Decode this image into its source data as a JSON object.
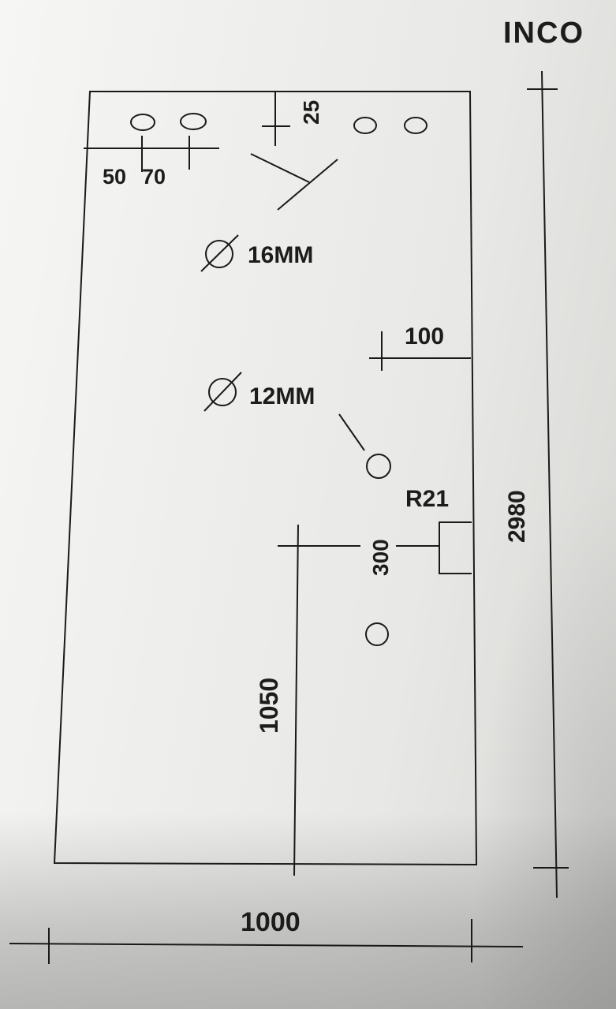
{
  "header": {
    "title": "INCO"
  },
  "dimensions": {
    "total_width": "1000",
    "total_height": "2980",
    "offset_left_50": "50",
    "offset_left_70": "70",
    "offset_top_25": "25",
    "offset_right_100": "100",
    "offset_300": "300",
    "offset_bottom_1050": "1050"
  },
  "annotations": {
    "hole_large": "16MM",
    "hole_small": "12MM",
    "notch_radius": "R21"
  }
}
